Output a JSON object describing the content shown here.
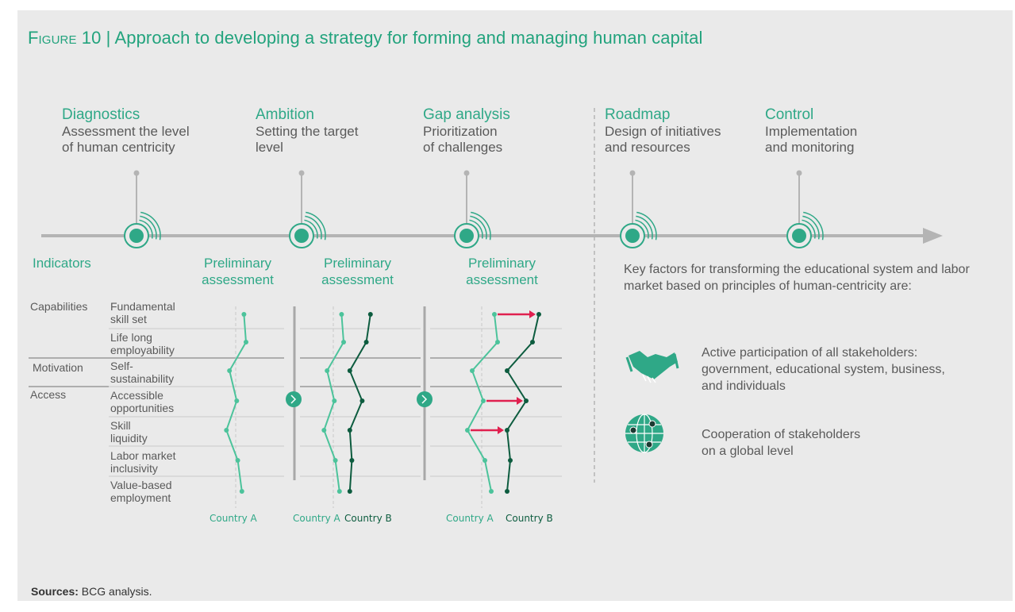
{
  "figure": {
    "label": "Figure 10",
    "title": " | Approach to developing a strategy for forming and managing human capital"
  },
  "stages": [
    {
      "name": "Diagnostics",
      "desc": "Assessment the level\nof human centricity"
    },
    {
      "name": "Ambition",
      "desc": "Setting the target\nlevel"
    },
    {
      "name": "Gap analysis",
      "desc": "Prioritization\nof challenges"
    },
    {
      "name": "Roadmap",
      "desc": "Design of initiatives\nand resources"
    },
    {
      "name": "Control",
      "desc": "Implementation\nand monitoring"
    }
  ],
  "indicators_label": "Indicators",
  "assessment_label": "Preliminary\nassessment",
  "categories": [
    "Capabilities",
    "Motivation",
    "Access"
  ],
  "rows": [
    "Fundamental\nskill set",
    "Life long\nemployability",
    "Self-\nsustainability",
    "Accessible\nopportunities",
    "Skill\nliquidity",
    "Labor market\ninclusivity",
    "Value-based\nemployment"
  ],
  "country_a": "Country A",
  "country_b": "Country B",
  "key_factors_intro": "Key factors for transforming the educational system and labor market based on principles of human-centricity are:",
  "factors": [
    {
      "icon": "handshake-icon",
      "text": "Active participation of all stakeholders:\ngovernment, educational system, business,\nand individuals"
    },
    {
      "icon": "globe-icon",
      "text": "Cooperation of stakeholders\non a global level"
    }
  ],
  "sources_label": "Sources:",
  "sources_text": " BCG analysis.",
  "colors": {
    "accent": "#2fa887",
    "dark_green": "#0d5c3f",
    "light_green": "#4cc39b",
    "arrow_red": "#e0204f",
    "axis_gray": "#b4b4b4",
    "panel": "#eaeaea"
  },
  "chart_data": {
    "type": "line",
    "categories": [
      "Fundamental skill set",
      "Life long employability",
      "Self-sustainability",
      "Accessible opportunities",
      "Skill liquidity",
      "Labor market inclusivity",
      "Value-based employment"
    ],
    "panels": [
      {
        "name": "Diagnostics",
        "series": [
          {
            "name": "Country A",
            "values": [
              0.8,
              1.0,
              -0.6,
              0.1,
              -0.9,
              0.2,
              0.6
            ]
          }
        ]
      },
      {
        "name": "Ambition",
        "series": [
          {
            "name": "Country A",
            "values": [
              0.8,
              1.0,
              -0.6,
              0.1,
              -0.9,
              0.2,
              0.6
            ]
          },
          {
            "name": "Country B",
            "values": [
              3.6,
              3.2,
              1.6,
              2.8,
              1.6,
              1.8,
              1.6
            ]
          }
        ]
      },
      {
        "name": "Gap analysis",
        "series": [
          {
            "name": "Country A",
            "values": [
              0.8,
              1.0,
              -0.6,
              0.1,
              -0.9,
              0.2,
              0.6
            ]
          },
          {
            "name": "Country B",
            "values": [
              3.6,
              3.2,
              1.6,
              2.8,
              1.6,
              1.8,
              1.6
            ]
          }
        ],
        "gap_rows": [
          "Fundamental skill set",
          "Accessible opportunities",
          "Skill liquidity"
        ]
      }
    ]
  }
}
